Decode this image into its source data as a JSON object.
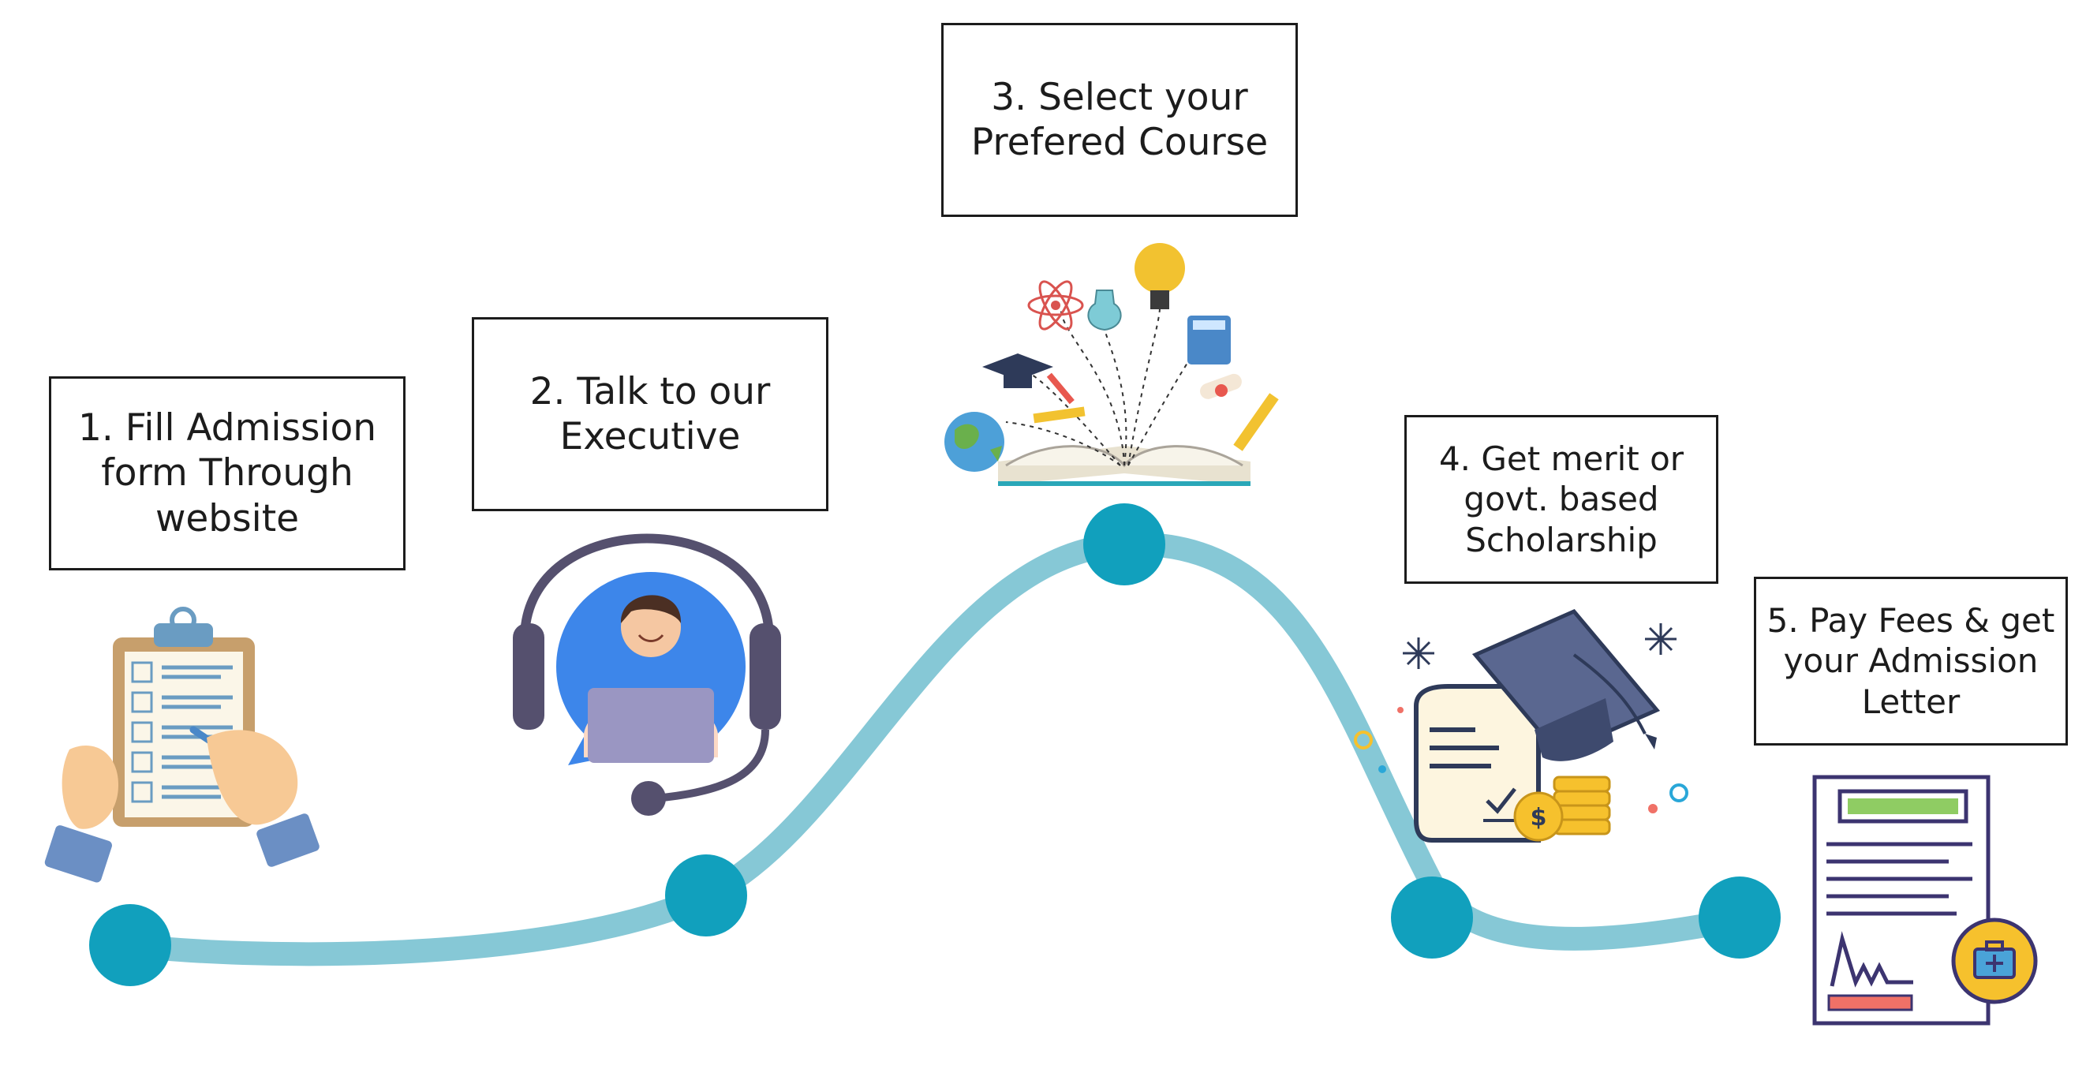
{
  "steps": [
    {
      "lines": [
        "1. Fill Admission",
        "form Through",
        "website"
      ],
      "icon": "clipboard-form-icon"
    },
    {
      "lines": [
        "2. Talk to our",
        "Executive"
      ],
      "icon": "support-executive-icon"
    },
    {
      "lines": [
        "3. Select your",
        "Prefered Course"
      ],
      "icon": "open-book-courses-icon"
    },
    {
      "lines": [
        "4. Get merit or",
        "govt. based",
        "Scholarship"
      ],
      "icon": "scholarship-icon"
    },
    {
      "lines": [
        "5. Pay Fees & get",
        "your Admission",
        "Letter"
      ],
      "icon": "admission-letter-icon"
    }
  ],
  "colors": {
    "path": "#86c8d6",
    "node": "#11a0bd",
    "border": "#1c1c1c",
    "headset": "#55506e",
    "avatar_bg": "#3d86ea",
    "letter_frame": "#3c3470",
    "letter_bar": "#8fcc63",
    "letter_signature_bar": "#f07167",
    "gold": "#f6c12d"
  }
}
